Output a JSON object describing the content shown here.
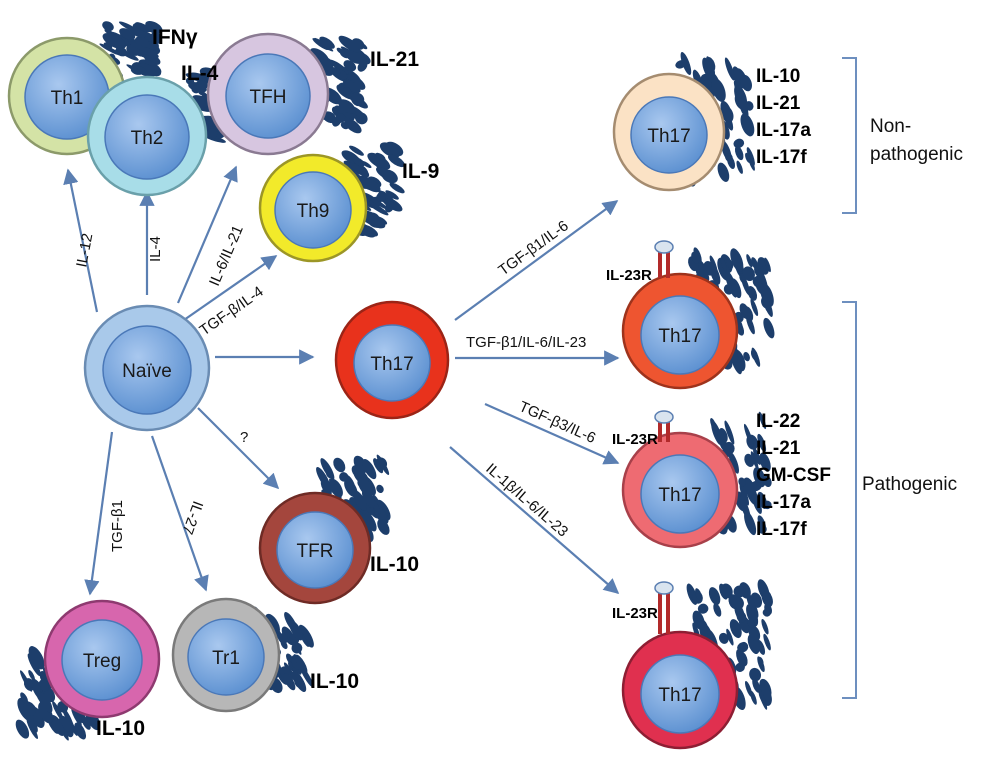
{
  "cells": {
    "naive": "Naïve",
    "th1": "Th1",
    "th2": "Th2",
    "tfh": "TFH",
    "th9": "Th9",
    "th17_center": "Th17",
    "tfr": "TFR",
    "treg": "Treg",
    "tr1": "Tr1",
    "th17_nonpath": "Th17",
    "th17_path1": "Th17",
    "th17_path2": "Th17",
    "th17_path3": "Th17"
  },
  "arrows": {
    "to_th1": "IL-12",
    "to_th2": "IL-4",
    "to_tfh": "IL-6/IL-21",
    "to_th9": "TGF-β/IL-4",
    "to_tfr": "?",
    "to_treg": "TGF-β1",
    "to_tr1": "IL-27",
    "to_nonpath": "TGF-β1/IL-6",
    "to_path1": "TGF-β1/IL-6/IL-23",
    "to_path2": "TGF-β3/IL-6",
    "to_path3": "IL-1β/IL-6/IL-23"
  },
  "cytokines": {
    "th1": "IFNγ",
    "th2": "IL-4",
    "tfh": "IL-21",
    "th9": "IL-9",
    "tfr": "IL-10",
    "treg": "IL-10",
    "tr1": "IL-10",
    "nonpath": [
      "IL-10",
      "IL-21",
      "IL-17a",
      "IL-17f"
    ],
    "path2": [
      "IL-22",
      "IL-21",
      "GM-CSF",
      "IL-17a",
      "IL-17f"
    ]
  },
  "receptors": {
    "path1": "IL-23R",
    "path2": "IL-23R",
    "path3": "IL-23R"
  },
  "groups": {
    "nonpath_line1": "Non-",
    "nonpath_line2": "pathogenic",
    "path": "Pathogenic"
  },
  "colors": {
    "th1": "#d4e3a6",
    "th2": "#a8dde8",
    "tfh": "#d7c6e0",
    "th9": "#f2ea2a",
    "th17_center": "#e8321c",
    "tfr": "#a4463d",
    "treg": "#d766ad",
    "tr1": "#b7b7b7",
    "naive": "#a9c9ea",
    "th17_nonpath": "#fbe2c5",
    "th17_path1": "#ee5530",
    "th17_path2": "#ee6b72",
    "th17_path3": "#e0304f",
    "nucleus": "#6f9fd8",
    "arrow": "#5b7fb2",
    "secretion": "#1d3e6b"
  }
}
